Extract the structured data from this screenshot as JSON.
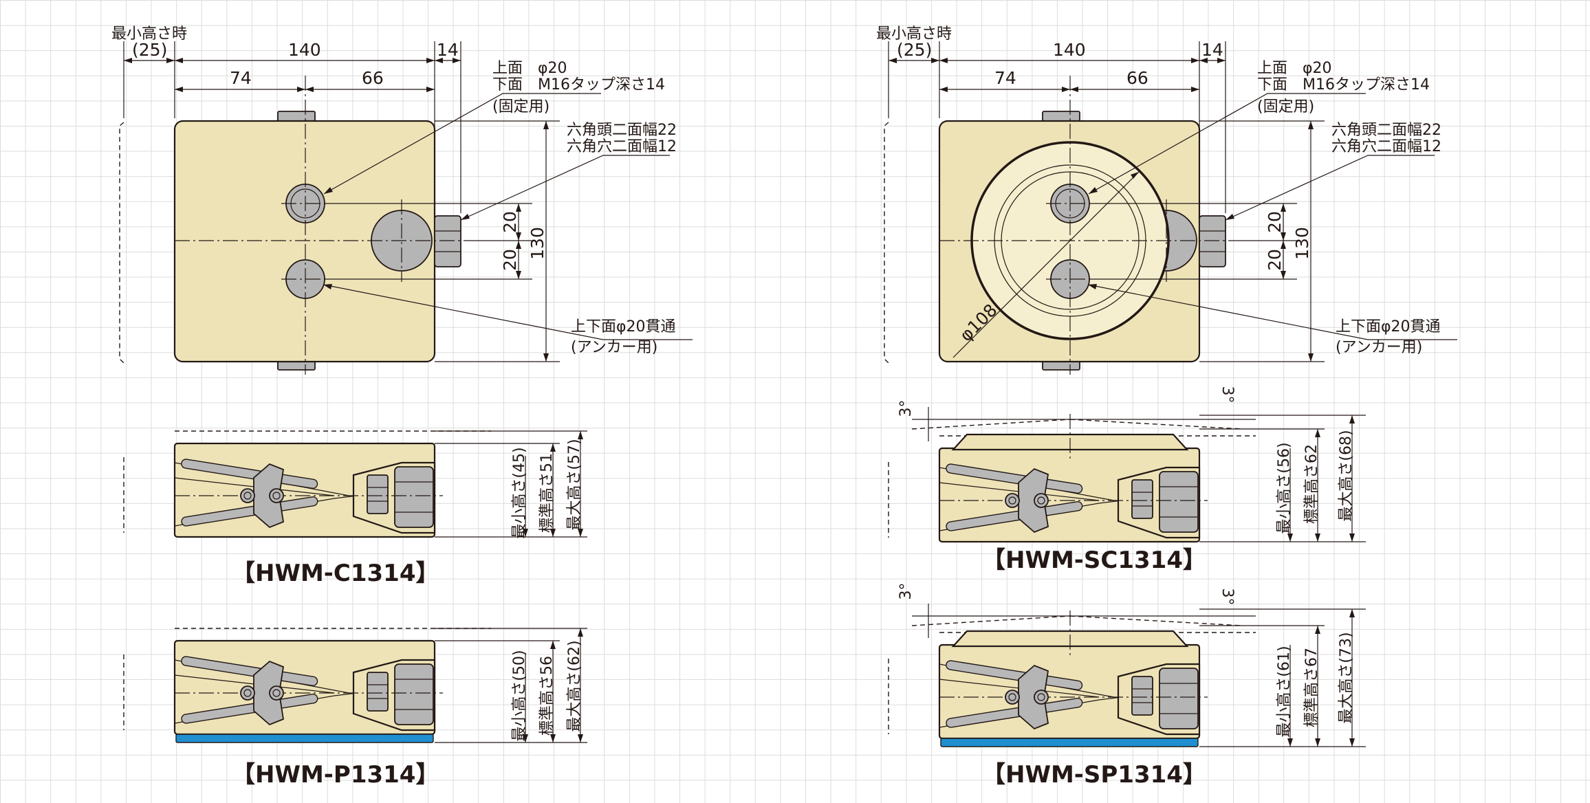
{
  "views": [
    {
      "plan": {
        "min_height_label": "最小高さ時",
        "dim_25": "(25)",
        "dim_140": "140",
        "dim_14": "14",
        "dim_74": "74",
        "dim_66": "66",
        "dim_130": "130",
        "dim_20a": "20",
        "dim_20b": "20",
        "note_top_1": "上面　φ20",
        "note_top_2": "下面　M16タップ深さ14",
        "note_top_3": "(固定用)",
        "note_hex_1": "六角頭二面幅22",
        "note_hex_2": "六角穴二面幅12",
        "note_anchor_1": "上下面φ20貫通",
        "note_anchor_2": "(アンカー用)",
        "dia_label": ""
      },
      "side1": {
        "min_h": "最小高さ(45)",
        "std_h": "標準高さ51",
        "max_h": "最大高さ(57)",
        "angle_l": "",
        "angle_r": "",
        "caption": "【HWM-C1314】"
      },
      "side2": {
        "min_h": "最小高さ(50)",
        "std_h": "標準高さ56",
        "max_h": "最大高さ(62)",
        "angle_l": "",
        "angle_r": "",
        "caption": "【HWM-P1314】"
      }
    },
    {
      "plan": {
        "min_height_label": "最小高さ時",
        "dim_25": "(25)",
        "dim_140": "140",
        "dim_14": "14",
        "dim_74": "74",
        "dim_66": "66",
        "dim_130": "130",
        "dim_20a": "20",
        "dim_20b": "20",
        "note_top_1": "上面　φ20",
        "note_top_2": "下面　M16タップ深さ14",
        "note_top_3": "(固定用)",
        "note_hex_1": "六角頭二面幅22",
        "note_hex_2": "六角穴二面幅12",
        "note_anchor_1": "上下面φ20貫通",
        "note_anchor_2": "(アンカー用)",
        "dia_label": "φ108"
      },
      "side1": {
        "min_h": "最小高さ(56)",
        "std_h": "標準高さ62",
        "max_h": "最大高さ(68)",
        "angle_l": "3°",
        "angle_r": "3°",
        "caption": "【HWM-SC1314】"
      },
      "side2": {
        "min_h": "最小高さ(61)",
        "std_h": "標準高さ67",
        "max_h": "最大高さ(73)",
        "angle_l": "3°",
        "angle_r": "3°",
        "caption": "【HWM-SP1314】"
      }
    }
  ],
  "colors": {
    "body": "#ede3b7",
    "metal": "#b5b5b5",
    "pad": "#1f8fd0",
    "line": "#231815",
    "grid": "#dcdcdc"
  }
}
